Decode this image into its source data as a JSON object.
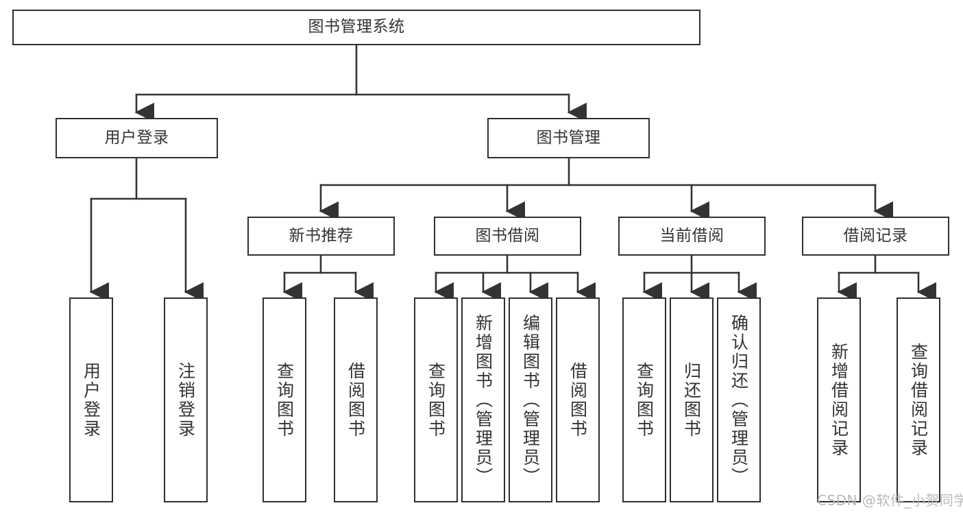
{
  "diagram": {
    "title": "图书管理系统",
    "type": "tree-hierarchy",
    "orientation": "top-down",
    "colors": {
      "background": "#ffffff",
      "box_border": "#2f2f2f",
      "box_fill": "#ffffff",
      "text": "#333333",
      "edge": "#333333",
      "watermark": "#b9b9b9"
    }
  },
  "root": {
    "label": "图书管理系统"
  },
  "level2": [
    {
      "label": "用户登录"
    },
    {
      "label": "图书管理"
    }
  ],
  "level3": [
    {
      "label": "新书推荐"
    },
    {
      "label": "图书借阅"
    },
    {
      "label": "当前借阅"
    },
    {
      "label": "借阅记录"
    }
  ],
  "leaves": {
    "user_login": [
      {
        "label": "用户登录"
      },
      {
        "label": "注销登录"
      }
    ],
    "new_book_recommend": [
      {
        "label": "查询图书"
      },
      {
        "label": "借阅图书"
      }
    ],
    "book_borrow": [
      {
        "label": "查询图书"
      },
      {
        "label": "新增图书（管理员）"
      },
      {
        "label": "编辑图书（管理员）"
      },
      {
        "label": "借阅图书"
      }
    ],
    "current_borrow": [
      {
        "label": "查询图书"
      },
      {
        "label": "归还图书"
      },
      {
        "label": "确认归还（管理员）"
      }
    ],
    "borrow_records": [
      {
        "label": "新增借阅记录"
      },
      {
        "label": "查询借阅记录"
      }
    ]
  },
  "watermark": {
    "text": "CSDN @软件_小贺同学"
  }
}
